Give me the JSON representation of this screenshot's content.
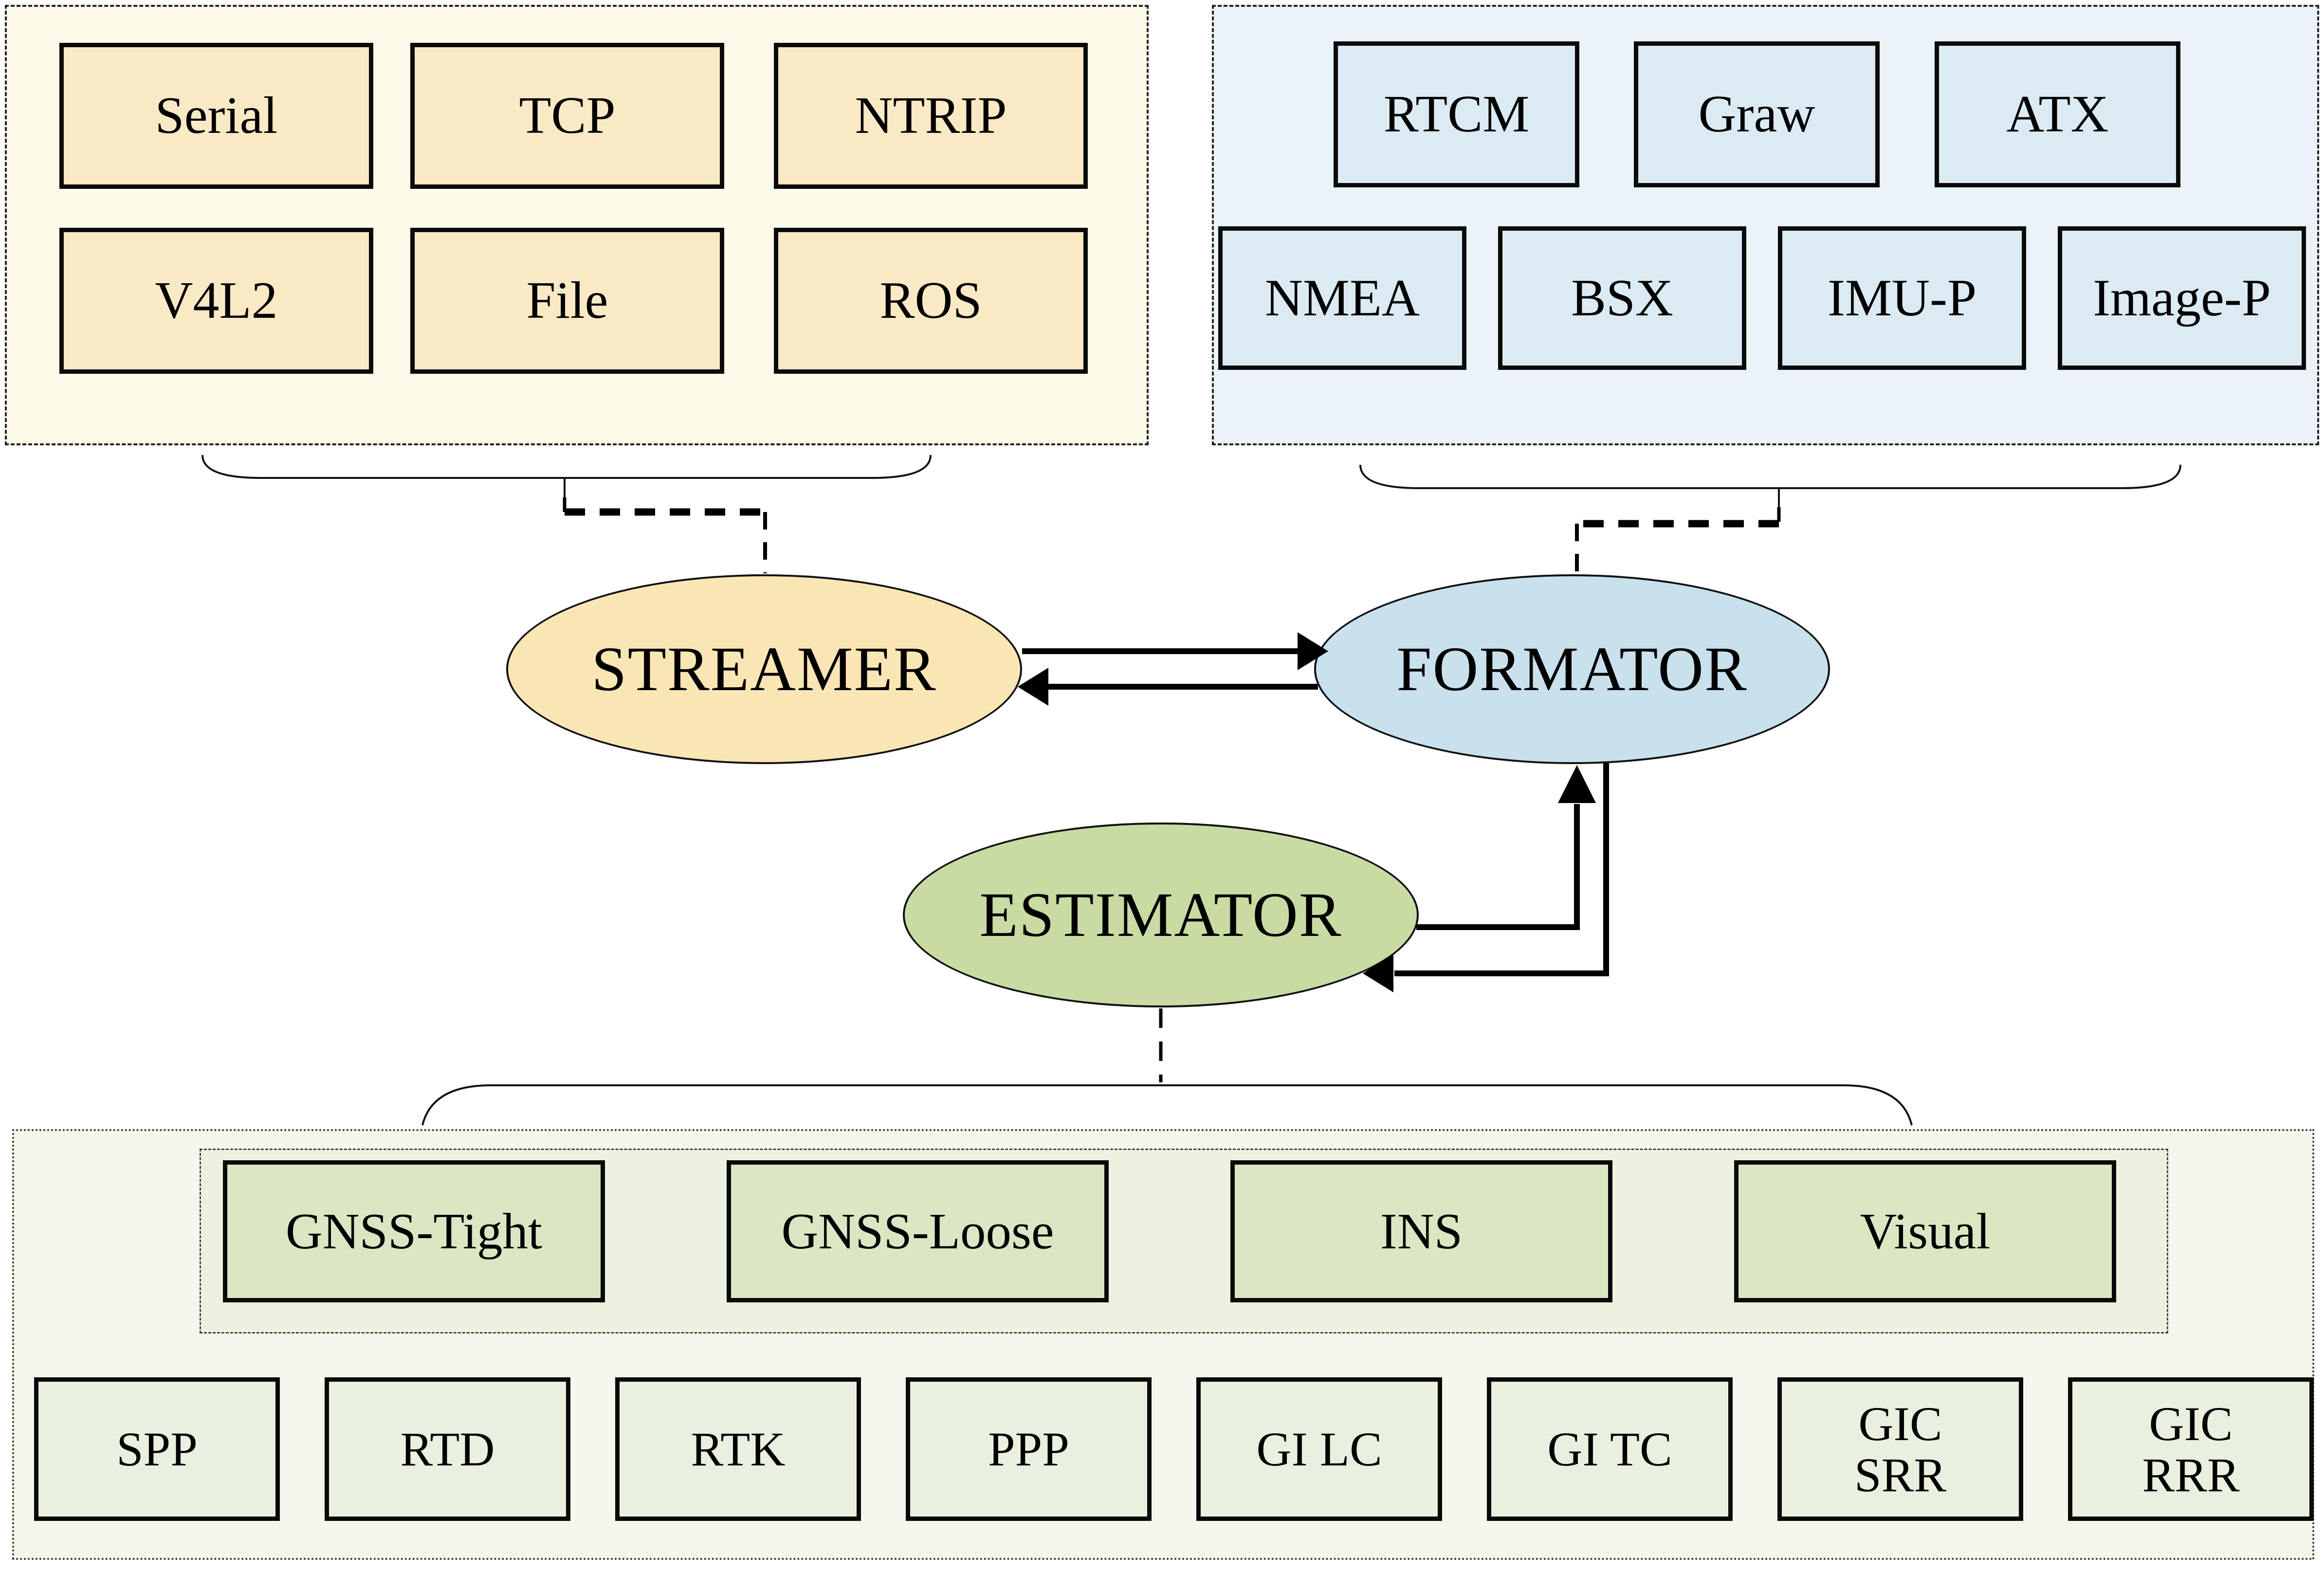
{
  "colors": {
    "cream_panel": "#FDFAE9",
    "cream_box": "#FAE9C5",
    "streamer_fill": "#FAE6B4",
    "blue_panel": "#EAF3F8",
    "blue_box": "#DCEBF3",
    "formator_fill": "#C9E0ED",
    "green_outer_panel": "#F4F8EC",
    "green_inner_panel": "#EDF2E0",
    "green_box": "#DBE6C3",
    "green_light_box": "#EAF0DF",
    "estimator_fill": "#C8DBA3",
    "line": "#000000"
  },
  "nodes": {
    "streamer": {
      "label": "STREAMER"
    },
    "formator": {
      "label": "FORMATOR"
    },
    "estimator": {
      "label": "ESTIMATOR"
    }
  },
  "io_panel": {
    "boxes": [
      {
        "label": "Serial"
      },
      {
        "label": "TCP"
      },
      {
        "label": "NTRIP"
      },
      {
        "label": "V4L2"
      },
      {
        "label": "File"
      },
      {
        "label": "ROS"
      }
    ]
  },
  "format_panel": {
    "boxes": [
      {
        "label": "RTCM"
      },
      {
        "label": "Graw"
      },
      {
        "label": "ATX"
      },
      {
        "label": "NMEA"
      },
      {
        "label": "BSX"
      },
      {
        "label": "IMU-P"
      },
      {
        "label": "Image-P"
      }
    ]
  },
  "model_panel": {
    "boxes": [
      {
        "label": "GNSS-Tight"
      },
      {
        "label": "GNSS-Loose"
      },
      {
        "label": "INS"
      },
      {
        "label": "Visual"
      }
    ]
  },
  "solution_panel": {
    "boxes": [
      {
        "label": "SPP"
      },
      {
        "label": "RTD"
      },
      {
        "label": "RTK"
      },
      {
        "label": "PPP"
      },
      {
        "label": "GI LC"
      },
      {
        "label": "GI TC"
      },
      {
        "label": "GIC\nSRR"
      },
      {
        "label": "GIC\nRRR"
      }
    ]
  }
}
